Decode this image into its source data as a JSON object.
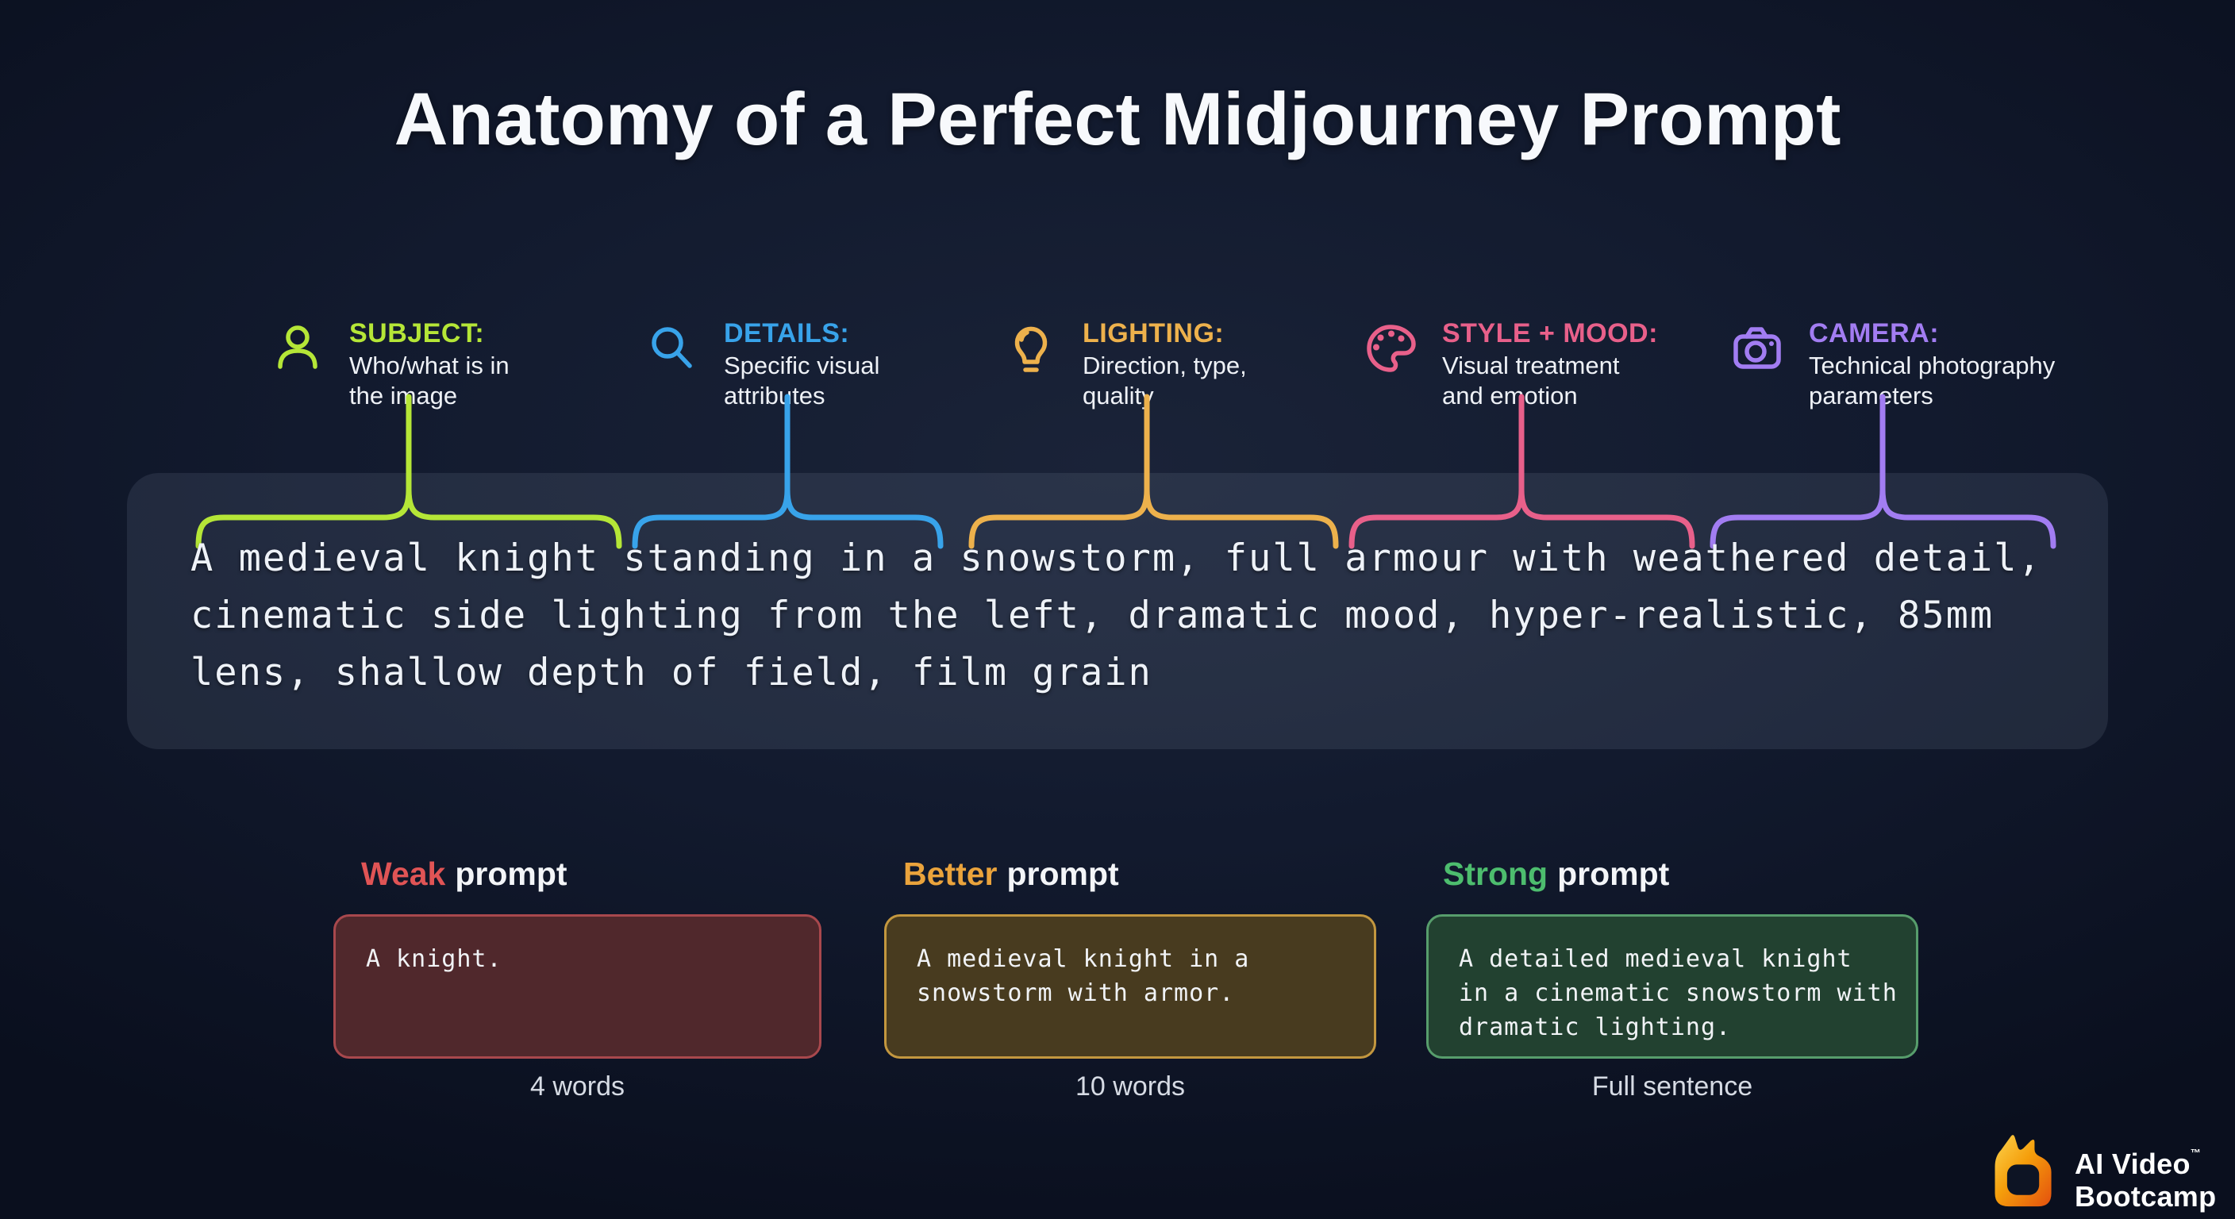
{
  "title": "Anatomy of a Perfect Midjourney Prompt",
  "categories": [
    {
      "label": "SUBJECT:",
      "description": "Who/what is in\nthe image",
      "color": "#b5e637",
      "icon": "person-icon"
    },
    {
      "label": "DETAILS:",
      "description": "Specific visual\nattributes",
      "color": "#38a3ea",
      "icon": "magnifier-icon"
    },
    {
      "label": "LIGHTING:",
      "description": "Direction, type,\nquality",
      "color": "#edb14c",
      "icon": "lightbulb-icon"
    },
    {
      "label": "STYLE + MOOD:",
      "description": "Visual treatment\nand emotion",
      "color": "#e8608a",
      "icon": "palette-icon"
    },
    {
      "label": "CAMERA:",
      "description": "Technical photography\nparameters",
      "color": "#a27df2",
      "icon": "camera-icon"
    }
  ],
  "prompt": {
    "full_text": "A medieval knight standing in a snowstorm, full armour with weathered detail, cinematic side lighting from the left, dramatic mood, hyper-realistic, 85mm lens, shallow depth of field, film grain",
    "lines": [
      "A medieval knight standing in a snowstorm, full armour with weathered detail,",
      "cinematic side lighting from the left, dramatic mood, hyper-realistic, 85mm",
      "lens, shallow depth of field, film grain"
    ]
  },
  "examples": [
    {
      "quality": "Weak",
      "suffix": "prompt",
      "color": "#e05455",
      "bg": "#50282c",
      "border": "#a8484d",
      "lines": [
        "A knight."
      ],
      "caption": "4 words"
    },
    {
      "quality": "Better",
      "suffix": "prompt",
      "color": "#eaa33c",
      "bg": "#483b1f",
      "border": "#c3973f",
      "lines": [
        "A medieval knight in a",
        "snowstorm with armor."
      ],
      "caption": "10 words"
    },
    {
      "quality": "Strong",
      "suffix": "prompt",
      "color": "#4dbd6e",
      "bg": "#224130",
      "border": "#579d6c",
      "lines": [
        "A detailed medieval knight",
        "in a cinematic snowstorm with",
        "dramatic lighting."
      ],
      "caption": "Full sentence"
    }
  ],
  "logo": {
    "brand_line1": "AI Video",
    "trademark": "™",
    "brand_line2": "Bootcamp",
    "icon": "flame-logo-icon"
  }
}
